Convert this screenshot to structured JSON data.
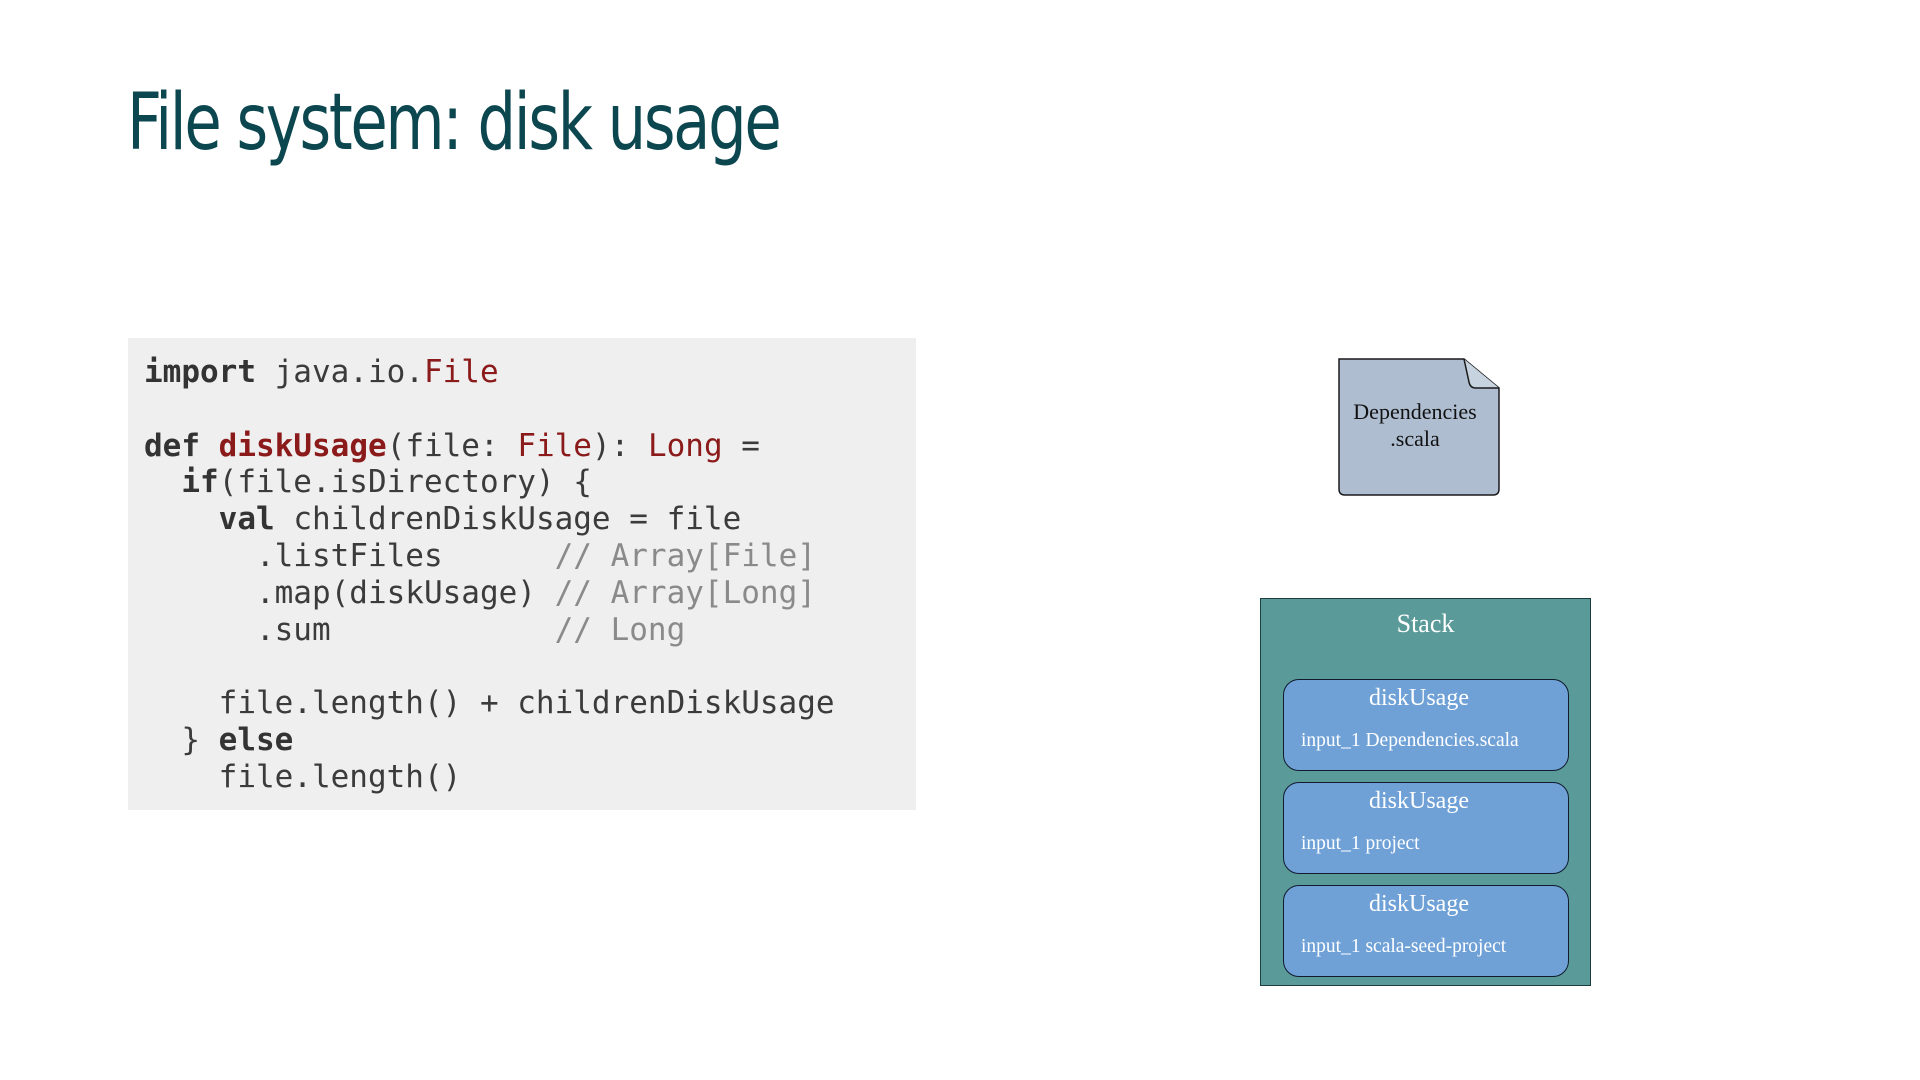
{
  "slide": {
    "title": "File system: disk usage"
  },
  "code": {
    "lines": [
      [
        {
          "t": "import",
          "c": "kw"
        },
        {
          "t": " java.io."
        },
        {
          "t": "File",
          "c": "ty"
        }
      ],
      [],
      [
        {
          "t": "def",
          "c": "kw"
        },
        {
          "t": " "
        },
        {
          "t": "diskUsage",
          "c": "fn"
        },
        {
          "t": "(file: "
        },
        {
          "t": "File",
          "c": "ty"
        },
        {
          "t": "): "
        },
        {
          "t": "Long",
          "c": "ty"
        },
        {
          "t": " ="
        }
      ],
      [
        {
          "t": "  "
        },
        {
          "t": "if",
          "c": "kw"
        },
        {
          "t": "(file.isDirectory) {"
        }
      ],
      [
        {
          "t": "    "
        },
        {
          "t": "val",
          "c": "kw"
        },
        {
          "t": " childrenDiskUsage = file"
        }
      ],
      [
        {
          "t": "      .listFiles      "
        },
        {
          "t": "// Array[File]",
          "c": "cm"
        }
      ],
      [
        {
          "t": "      .map(diskUsage) "
        },
        {
          "t": "// Array[Long]",
          "c": "cm"
        }
      ],
      [
        {
          "t": "      .sum            "
        },
        {
          "t": "// Long",
          "c": "cm"
        }
      ],
      [],
      [
        {
          "t": "    file.length() + childrenDiskUsage"
        }
      ],
      [
        {
          "t": "  } "
        },
        {
          "t": "else",
          "c": "kw"
        }
      ],
      [
        {
          "t": "    file.length()"
        }
      ]
    ]
  },
  "diagram": {
    "file": {
      "line1": "Dependencies",
      "line2": ".scala",
      "fill_color": "#aebdd0"
    },
    "stack": {
      "title": "Stack",
      "color": "#5a9a98",
      "frames": [
        {
          "name": "diskUsage",
          "arg": "input_1 Dependencies.scala"
        },
        {
          "name": "diskUsage",
          "arg": "input_1 project"
        },
        {
          "name": "diskUsage",
          "arg": "input_1 scala-seed-project"
        }
      ],
      "frame_color": "#6fa1d7"
    }
  }
}
